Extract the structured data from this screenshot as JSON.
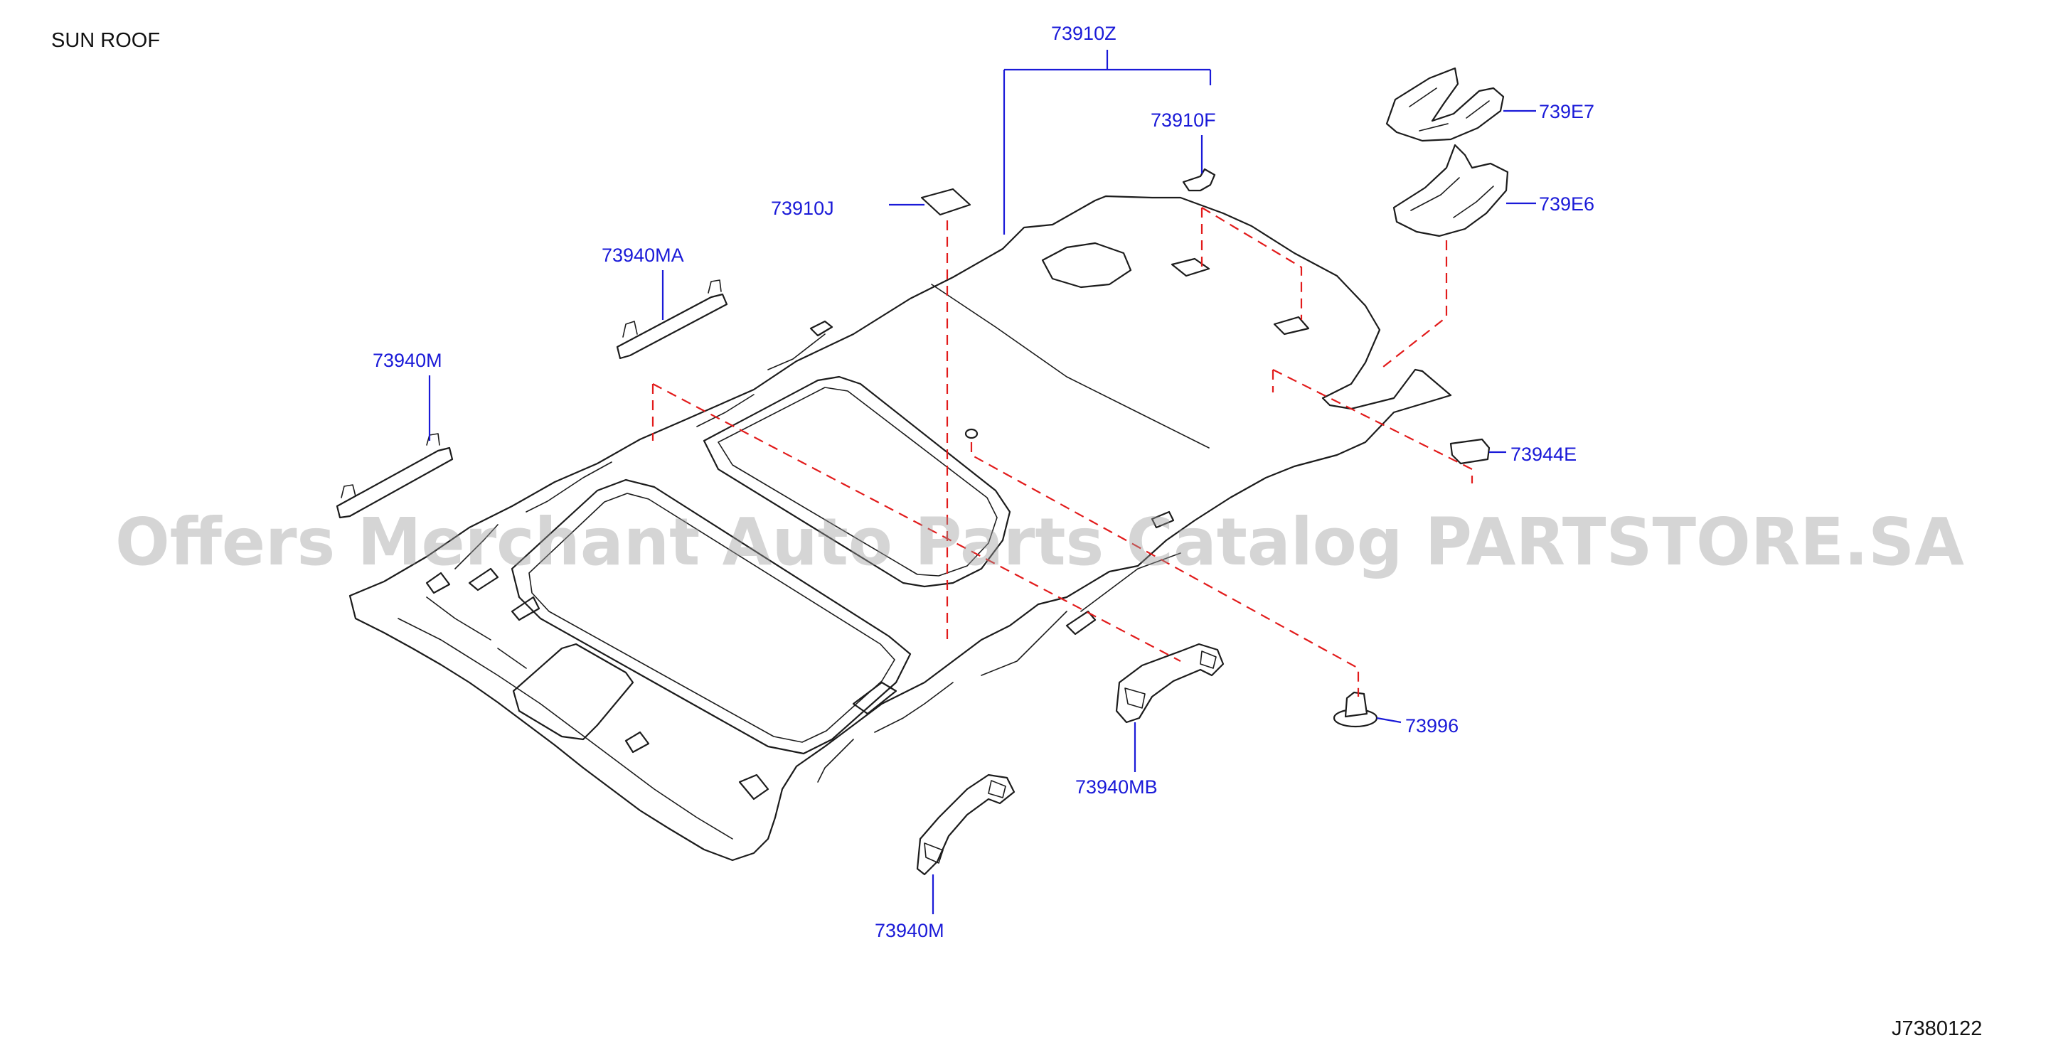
{
  "title": "SUN   ROOF",
  "diagram_code": "J7380122",
  "watermark": "Offers Merchant Auto Parts Catalog PARTSTORE.SA",
  "colors": {
    "label": "#1a1ad8",
    "leader": "#1a1ad8",
    "dashed_leader": "#e21b1b",
    "linework": "#1c1c1c",
    "watermark": "#9a9a9a"
  },
  "parts": {
    "headlining": "73910Z",
    "clip_f": "73910F",
    "pad_j": "73910J",
    "grip_ma": "73940MA",
    "grip_m_left": "73940M",
    "grip_mb": "73940MB",
    "grip_m_bottom": "73940M",
    "bracket_e7": "739E7",
    "bracket_e6": "739E6",
    "clip_e": "73944E",
    "clip_96": "73996"
  }
}
